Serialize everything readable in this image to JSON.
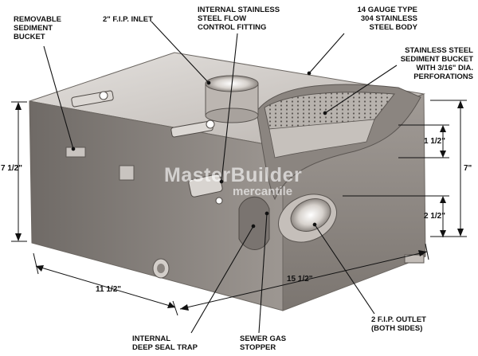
{
  "watermark": {
    "brand": "MasterBuilder",
    "sub": "mercantile"
  },
  "callouts": {
    "removable_bucket": "REMOVABLE\nSEDIMENT\nBUCKET",
    "inlet": "2\" F.I.P. INLET",
    "flow_fitting": "INTERNAL STAINLESS\nSTEEL FLOW\nCONTROL FITTING",
    "body": "14 GAUGE TYPE\n304 STAINLESS\nSTEEL BODY",
    "sediment_bucket": "STAINLESS STEEL\nSEDIMENT BUCKET\nWITH 3/16\" DIA.\nPERFORATIONS",
    "outlet": "2 F.I.P. OUTLET\n(BOTH SIDES)",
    "deep_seal": "INTERNAL\nDEEP SEAL TRAP",
    "sewer_gas": "SEWER GAS\nSTOPPER"
  },
  "dimensions": {
    "height_left": "7 1/2\"",
    "height_right": "7\"",
    "bucket_depth": "1 1/2\"",
    "outlet_height": "2 1/2\"",
    "width": "11 1/2\"",
    "length": "15 1/2\""
  },
  "colors": {
    "steel_top": "#c9c4c0",
    "steel_front": "#8f8984",
    "steel_side": "#a59f9a",
    "ink": "#111111"
  }
}
